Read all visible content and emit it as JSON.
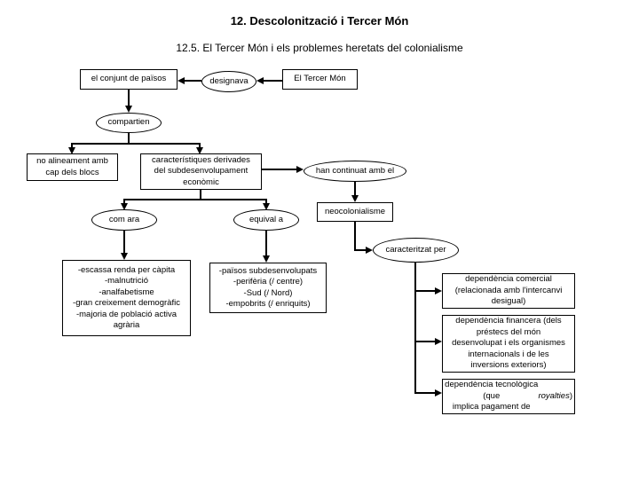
{
  "header": {
    "title": "12. Descolonització i Tercer Món",
    "subtitle": "12.5. El Tercer Món i els problemes heretats del colonialisme"
  },
  "colors": {
    "background": "#ffffff",
    "line": "#000000",
    "node_border": "#000000",
    "node_fill": "#ffffff",
    "text": "#000000"
  },
  "nodes": {
    "conjunt": {
      "text": "el conjunt de països"
    },
    "designava": {
      "text": "designava"
    },
    "tercer_mon": {
      "text": "El Tercer Món"
    },
    "compartien": {
      "text": "compartien"
    },
    "no_alineament": {
      "text": "no alineament amb\ncap dels blocs"
    },
    "caracteristiques": {
      "text": "característiques derivades\ndel subdesenvolupament\neconòmic"
    },
    "han_continuat": {
      "text": "han continuat amb el"
    },
    "neocolonialisme": {
      "text": "neocolonialisme"
    },
    "com_ara": {
      "text": "com ara"
    },
    "equival_a": {
      "text": "equival a"
    },
    "caracteritzat_per": {
      "text": "caracteritzat per"
    },
    "trets": {
      "text": "-escassa renda per càpita\n-malnutrició\n-analfabetisme\n-gran creixement demogràfic\n-majoria de població activa\nagrària"
    },
    "sinonims": {
      "text": "-països subdesenvolupats\n-perifèria (/ centre)\n-Sud (/ Nord)\n-empobrits (/ enriquits)"
    },
    "dep_comercial": {
      "text": "dependència comercial\n(relacionada amb l'intercanvi\ndesigual)"
    },
    "dep_financera": {
      "text": "dependència financera (dels\npréstecs del món\ndesenvolupat i els organismes\ninternacionals i de les\ninversions exteriors)"
    },
    "dep_tecnologica": {
      "pre": "dependència tecnològica (que\nimplica pagament de ",
      "italic": "royalties",
      "post": ")"
    }
  }
}
